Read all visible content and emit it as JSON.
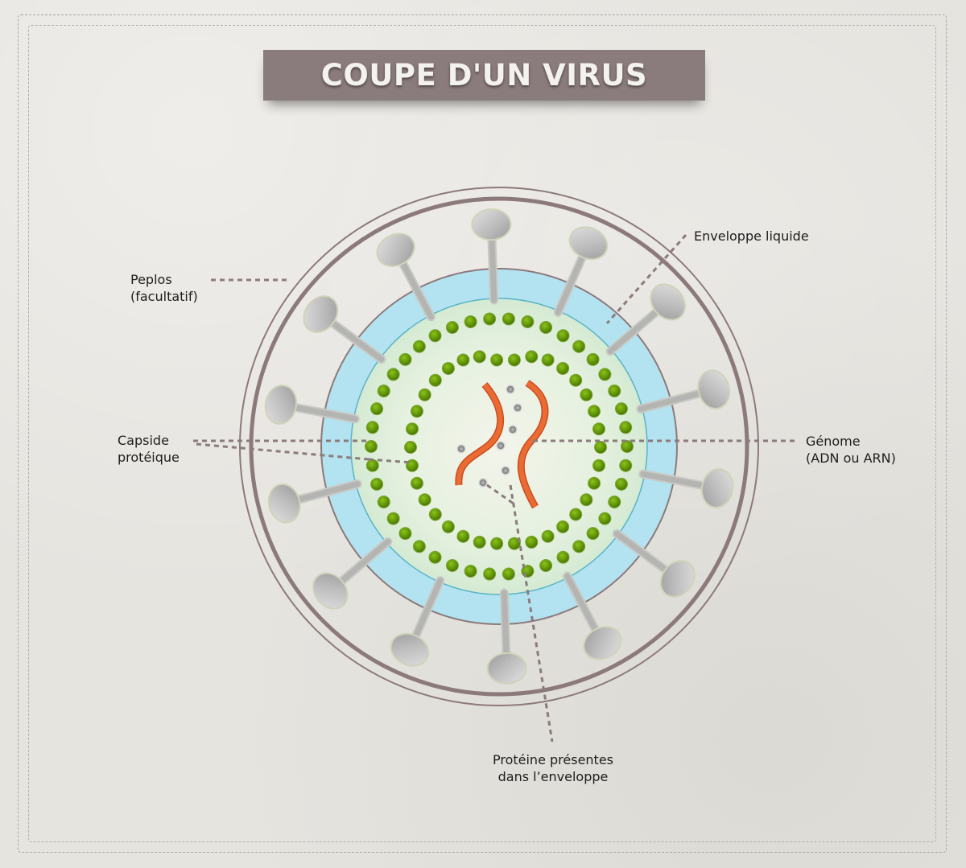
{
  "title": "COUPE D'UN VIRUS",
  "labels": {
    "peplos": {
      "line1": "Peplos",
      "line2": "(facultatif)"
    },
    "enveloppe": {
      "line1": "Enveloppe liquide"
    },
    "capside": {
      "line1": "Capside",
      "line2": "protéique"
    },
    "genome": {
      "line1": "Génome",
      "line2": "(ADN ou ARN)"
    },
    "proteine": {
      "line1": "Protéine présentes",
      "line2": "dans l’enveloppe"
    }
  },
  "colors": {
    "banner": "#8a7b7c",
    "ring": "#8c7a7b",
    "envelope_blue": "#b3e2f0",
    "capsid_green": "#d9ecd6",
    "capsid_dot": "#6c9e0c",
    "genome_strand": "#e0602c",
    "spike": "#bdbdbd",
    "leader": "#8a7b7c"
  }
}
